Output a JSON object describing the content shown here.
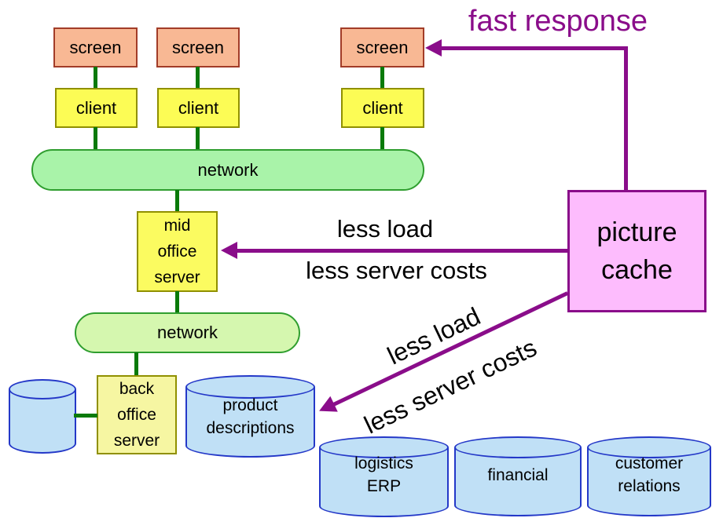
{
  "nodes": {
    "screens": [
      "screen",
      "screen",
      "screen"
    ],
    "clients": [
      "client",
      "client",
      "client"
    ],
    "network_top": "network",
    "network_mid": "network",
    "mid_office_server": "mid\noffice\nserver",
    "back_office_server": "back\noffice\nserver",
    "picture_cache": "picture\ncache"
  },
  "databases": {
    "product_descriptions": "product\ndescriptions",
    "logistics_erp": "logistics\nERP",
    "financial": "financial",
    "customer_relations": "customer\nrelations"
  },
  "annotations": {
    "fast_response": "fast response",
    "cache_to_mid_line1": "less load",
    "cache_to_mid_line2": "less server costs",
    "cache_to_db_line1": "less load",
    "cache_to_db_line2": "less server costs"
  },
  "colors": {
    "screen_fill": "#f8b894",
    "screen_border": "#a23c28",
    "client_fill": "#fcfc55",
    "client_border": "#909000",
    "mid_server_fill": "#fbfb60",
    "back_server_fill": "#f6f6a2",
    "network_top_fill": "#a9f3a9",
    "network_mid_fill": "#d5f7af",
    "network_border": "#2f9e2f",
    "database_fill": "#c0e0f6",
    "database_border": "#2438c8",
    "picture_cache_fill": "#fdbcfd",
    "picture_cache_border": "#8a0d8a",
    "arrow_purple": "#8a0d8a",
    "connector_green": "#0a7a0a",
    "label_black": "#000000"
  }
}
